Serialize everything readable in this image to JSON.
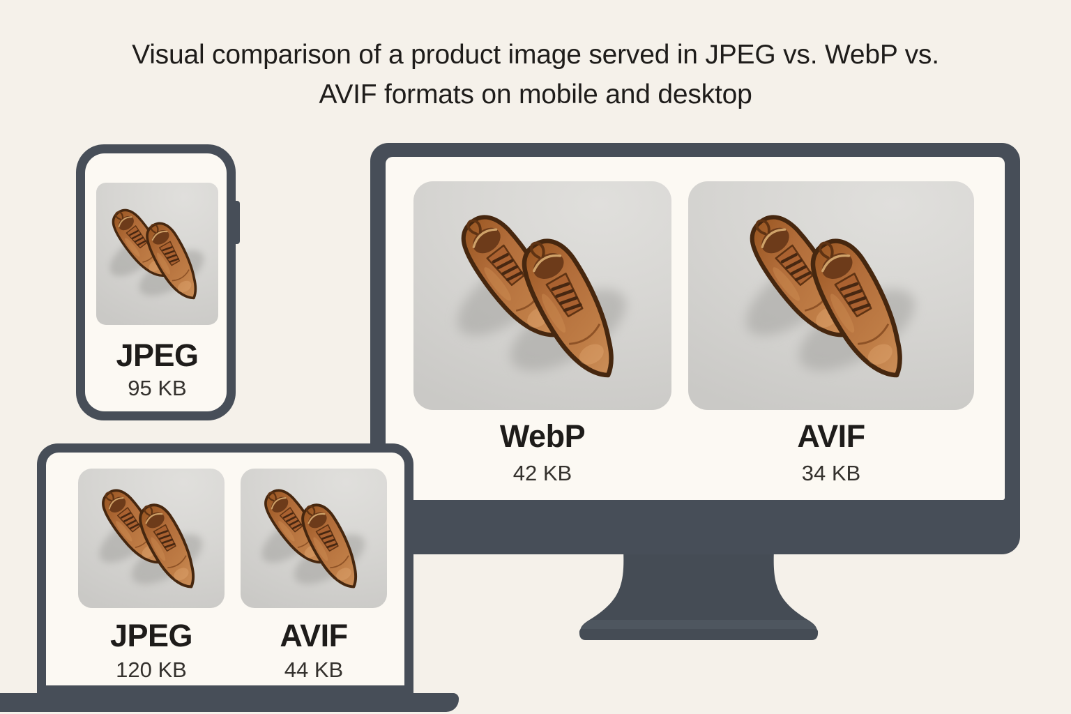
{
  "title": {
    "line1": "Visual comparison of a product image served in JPEG vs. WebP vs.",
    "line2": "AVIF formats on mobile and desktop"
  },
  "devices": {
    "phone": {
      "items": [
        {
          "format": "JPEG",
          "size": "95 KB"
        }
      ]
    },
    "laptop": {
      "items": [
        {
          "format": "JPEG",
          "size": "120 KB"
        },
        {
          "format": "AVIF",
          "size": "44 KB"
        }
      ]
    },
    "desktop": {
      "items": [
        {
          "format": "WebP",
          "size": "42 KB"
        },
        {
          "format": "AVIF",
          "size": "34 KB"
        }
      ]
    }
  },
  "photo": {
    "subject": "brown-leather-derby-shoes"
  },
  "colors": {
    "background": "#f5f1ea",
    "device_frame": "#474e58",
    "screen": "#fcf9f3",
    "photo_background": "#d7d6d3",
    "text": "#1e1c1a",
    "shoe_leather": "#b26d3a"
  }
}
